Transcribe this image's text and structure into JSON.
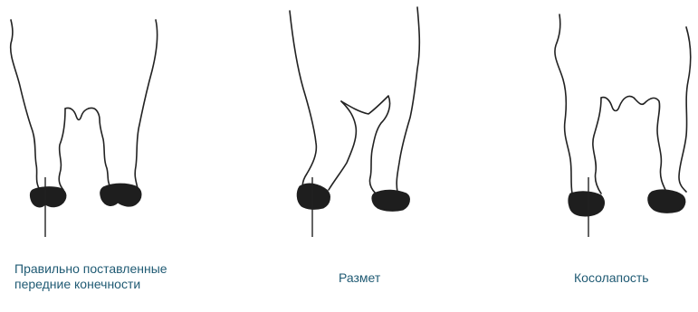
{
  "panels": [
    {
      "caption": "Правильно поставленные передние конечности"
    },
    {
      "caption": "Размет"
    },
    {
      "caption": "Косолапость"
    }
  ],
  "colors": {
    "caption": "#1f5a73",
    "outline": "#222222",
    "hoof": "#1e1e1e"
  }
}
